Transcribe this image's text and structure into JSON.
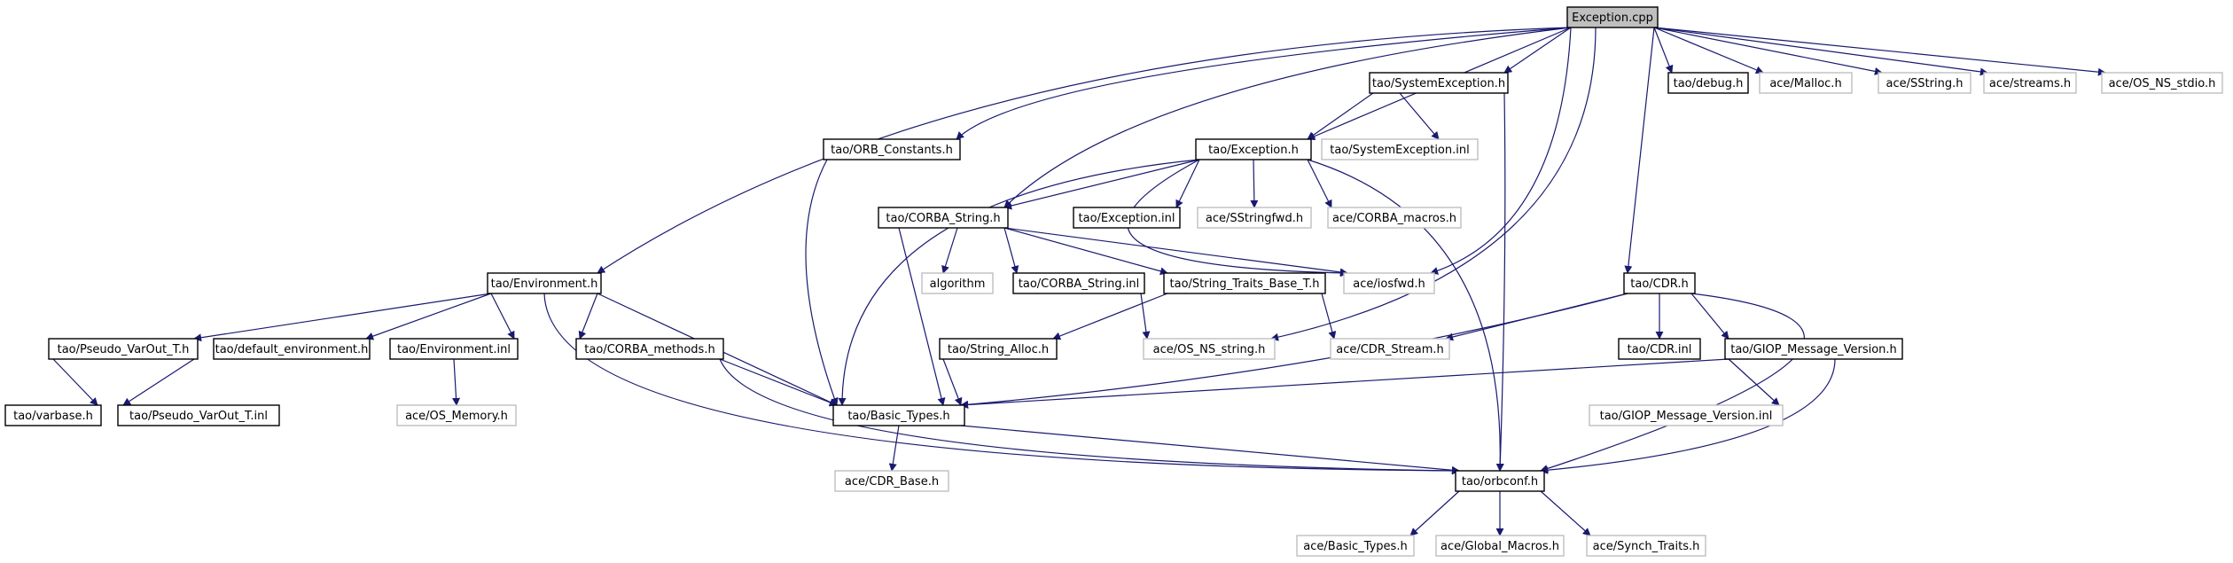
{
  "diagram": {
    "root": "Exception.cpp",
    "colors": {
      "edge": "#191970",
      "root_fill": "#bfbfbf",
      "external_border": "#bfbfbf",
      "internal_border": "#000000"
    },
    "nodes": {
      "exception_cpp": "Exception.cpp",
      "systemexception_h": "tao/SystemException.h",
      "debug_h": "tao/debug.h",
      "malloc_h": "ace/Malloc.h",
      "sstring_h": "ace/SString.h",
      "streams_h": "ace/streams.h",
      "os_ns_stdio_h": "ace/OS_NS_stdio.h",
      "orb_constants_h": "tao/ORB_Constants.h",
      "exception_h": "tao/Exception.h",
      "systemexception_inl": "tao/SystemException.inl",
      "corba_string_h": "tao/CORBA_String.h",
      "exception_inl": "tao/Exception.inl",
      "sstringfwd_h": "ace/SStringfwd.h",
      "corba_macros_h": "ace/CORBA_macros.h",
      "environment_h": "tao/Environment.h",
      "algorithm": "algorithm",
      "corba_string_inl": "tao/CORBA_String.inl",
      "string_traits_base_t_h": "tao/String_Traits_Base_T.h",
      "iosfwd_h": "ace/iosfwd.h",
      "cdr_h": "tao/CDR.h",
      "pseudo_varout_t_h": "tao/Pseudo_VarOut_T.h",
      "default_environment_h": "tao/default_environment.h",
      "environment_inl": "tao/Environment.inl",
      "corba_methods_h": "tao/CORBA_methods.h",
      "string_alloc_h": "tao/String_Alloc.h",
      "os_ns_string_h": "ace/OS_NS_string.h",
      "cdr_stream_h": "ace/CDR_Stream.h",
      "cdr_inl": "tao/CDR.inl",
      "giop_message_version_h": "tao/GIOP_Message_Version.h",
      "varbase_h": "tao/varbase.h",
      "pseudo_varout_t_inl": "tao/Pseudo_VarOut_T.inl",
      "os_memory_h": "ace/OS_Memory.h",
      "basic_types_h_tao": "tao/Basic_Types.h",
      "giop_message_version_inl": "tao/GIOP_Message_Version.inl",
      "cdr_base_h": "ace/CDR_Base.h",
      "orbconf_h": "tao/orbconf.h",
      "basic_types_h_ace": "ace/Basic_Types.h",
      "global_macros_h": "ace/Global_Macros.h",
      "synch_traits_h": "ace/Synch_Traits.h"
    }
  }
}
